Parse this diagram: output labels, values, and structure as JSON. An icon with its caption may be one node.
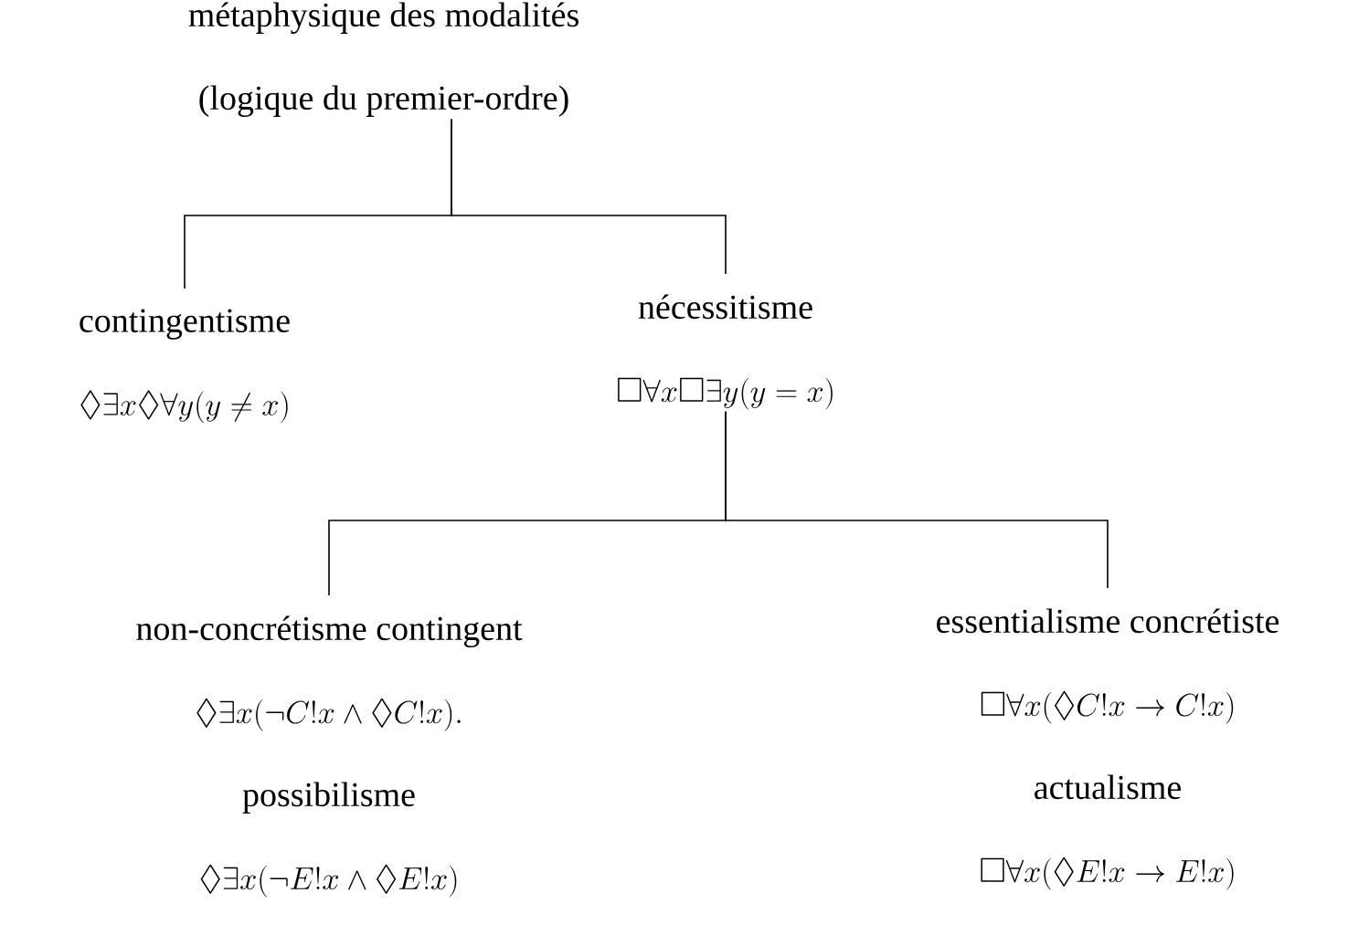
{
  "diagram": {
    "nodes": [
      {
        "text": [
          "métaphysique des modalités",
          "(logique du premier-ordre)"
        ]
      },
      {
        "text": [
          "contingentisme",
          "\\Diamond\\exists x\\Diamond\\forall y(y\\neq x)"
        ]
      },
      {
        "text": [
          "nécessitisme",
          "\\Box\\forall x\\Box\\exists y(y=x)"
        ]
      },
      {
        "text": [
          "non-concrétisme contingent",
          "\\Diamond\\exists x(\\neg C!x\\wedge\\Diamond C!x).",
          "possibilisme",
          "\\Diamond\\exists x(\\neg E!x\\wedge\\Diamond E!x)"
        ]
      },
      {
        "text": [
          "essentialisme concrétiste",
          "\\Box\\forall x(\\Diamond C!x\\rightarrow C!x)",
          "actualisme",
          "\\Box\\forall x(\\Diamond E!x\\rightarrow E!x)"
        ]
      }
    ],
    "edges": [
      {
        "from": 0,
        "to": 1,
        "arrow": "none"
      },
      {
        "from": 0,
        "to": 2,
        "arrow": "none"
      },
      {
        "from": 2,
        "to": 3,
        "arrow": "none"
      },
      {
        "from": 2,
        "to": 4,
        "arrow": "none"
      }
    ]
  }
}
